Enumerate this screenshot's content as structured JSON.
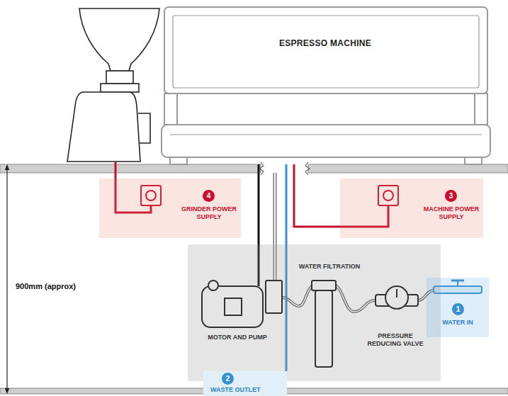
{
  "diagram": {
    "nodes": [
      {
        "text": [
          "ESPRESSO MACHINE"
        ]
      },
      {
        "text": [
          "4",
          "GRINDER POWER SUPPLY"
        ]
      },
      {
        "text": [
          "3",
          "MACHINE POWER SUPPLY"
        ]
      },
      {
        "text": [
          "WATER FILTRATION",
          "MOTOR AND PUMP",
          "PRESSURE REDUCING VALVE"
        ]
      },
      {
        "text": [
          "1",
          "WATER IN"
        ]
      },
      {
        "text": [
          "2",
          "WASTE OUTLET"
        ]
      }
    ],
    "edges": [
      {
        "from": 2,
        "to": 0,
        "arrow": "none"
      },
      {
        "from": 3,
        "to": 0,
        "arrow": "none"
      },
      {
        "from": 0,
        "to": 5,
        "arrow": "none"
      }
    ],
    "labels": [
      "900mm (approx)"
    ]
  }
}
